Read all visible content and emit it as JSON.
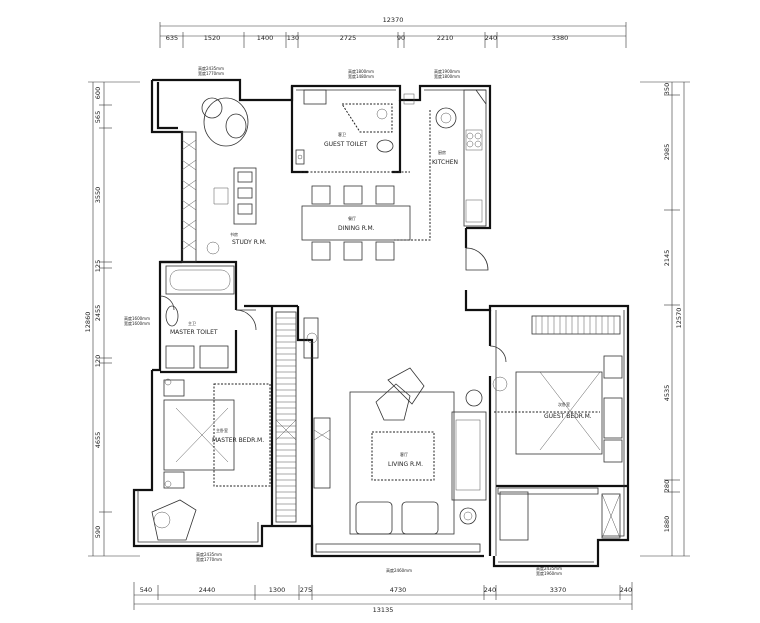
{
  "dimensions": {
    "top_total": "12370",
    "top_segments": [
      "635",
      "1520",
      "1400",
      "130",
      "2725",
      "90",
      "2210",
      "240",
      "3380"
    ],
    "bottom_total": "13135",
    "bottom_segments": [
      "540",
      "2440",
      "1300",
      "275",
      "4730",
      "240",
      "3370",
      "240"
    ],
    "left_total": "12860",
    "left_segments": [
      "600",
      "565",
      "3550",
      "125",
      "2455",
      "120",
      "4655",
      "590"
    ],
    "right_total": "12570",
    "right_segments": [
      "350",
      "2985",
      "2145",
      "4535",
      "280",
      "1880"
    ]
  },
  "rooms": {
    "study_cn": "书房",
    "study": "STUDY R.M.",
    "guest_toilet_cn": "客卫",
    "guest_toilet": "GUEST TOILET",
    "kitchen_cn": "厨房",
    "kitchen": "KITCHEN",
    "dining_cn": "餐厅",
    "dining": "DINING R.M.",
    "master_toilet_cn": "主卫",
    "master_toilet": "MASTER TOILET",
    "master_bedroom_cn": "主卧室",
    "master_bedroom": "MASTER BEDR.M.",
    "living_cn": "客厅",
    "living": "LIVING R.M.",
    "guest_bedroom_cn": "次卧室",
    "guest_bedroom": "GUEST BEDR.M."
  },
  "notes": {
    "n1a": "高度2435mm",
    "n1b": "宽度1770mm",
    "n2a": "高度1800mm",
    "n2b": "宽度1480mm",
    "n3a": "高度1900mm",
    "n3b": "宽度1800mm",
    "n4a": "高度1600mm",
    "n4b": "宽度1600mm",
    "n5a": "高度2435mm",
    "n5b": "宽度1770mm",
    "n6": "高度2460mm",
    "n7a": "高度2435mm",
    "n7b": "宽度1960mm"
  }
}
